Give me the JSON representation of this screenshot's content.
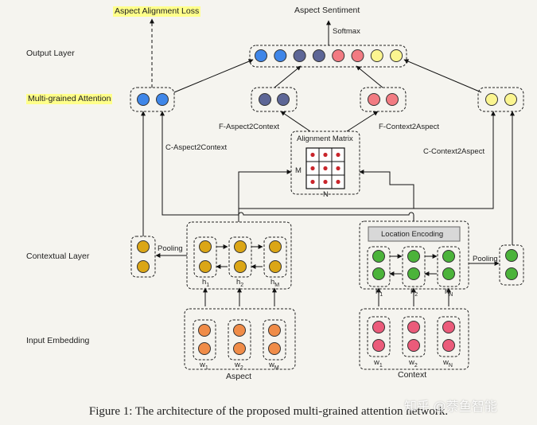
{
  "left_labels": {
    "output_layer": "Output Layer",
    "multi_grained_attention": "Multi-grained Attention",
    "contextual_layer": "Contextual Layer",
    "input_embedding": "Input Embedding"
  },
  "top": {
    "aspect_alignment_loss": "Aspect Alignment Loss",
    "aspect_sentiment": "Aspect Sentiment",
    "softmax": "Softmax"
  },
  "attention": {
    "f_aspect2context": "F-Aspect2Context",
    "f_context2aspect": "F-Context2Aspect",
    "c_aspect2context": "C-Aspect2Context",
    "c_context2aspect": "C-Context2Aspect"
  },
  "alignment_matrix": {
    "title": "Alignment Matrix",
    "row_label": "M",
    "col_label": "N"
  },
  "aspect": {
    "group_label": "Aspect",
    "pooling": "Pooling",
    "hidden": [
      {
        "base": "h",
        "sub": "1"
      },
      {
        "base": "h",
        "sub": "2"
      },
      {
        "base": "h",
        "sub": "M"
      }
    ],
    "words": [
      {
        "base": "w",
        "sub": "1"
      },
      {
        "base": "w",
        "sub": "2"
      },
      {
        "base": "w",
        "sub": "M"
      }
    ]
  },
  "context": {
    "group_label": "Context",
    "pooling": "Pooling",
    "location_encoding": "Location Encoding",
    "hidden": [
      {
        "base": "h",
        "sub": "1"
      },
      {
        "base": "h",
        "sub": "2"
      },
      {
        "base": "h",
        "sub": "N"
      }
    ],
    "words": [
      {
        "base": "w",
        "sub": "1"
      },
      {
        "base": "w",
        "sub": "2"
      },
      {
        "base": "w",
        "sub": "N"
      }
    ]
  },
  "colors": {
    "blue": "#3f86e8",
    "slate": "#5d6696",
    "salmon": "#f27b82",
    "yellow": "#fbf590",
    "gold": "#dba616",
    "green": "#4bb33a",
    "orange": "#f08c48",
    "pink": "#eb5b7a",
    "matrix_dot": "#c9252b",
    "highlight": "#ffff8a"
  },
  "output_sequence": [
    "blue",
    "blue",
    "slate",
    "slate",
    "salmon",
    "salmon",
    "yellow",
    "yellow"
  ],
  "caption": "Figure 1: The architecture of the proposed multi-grained attention network.",
  "watermark": "知乎 @萘鱼智能"
}
